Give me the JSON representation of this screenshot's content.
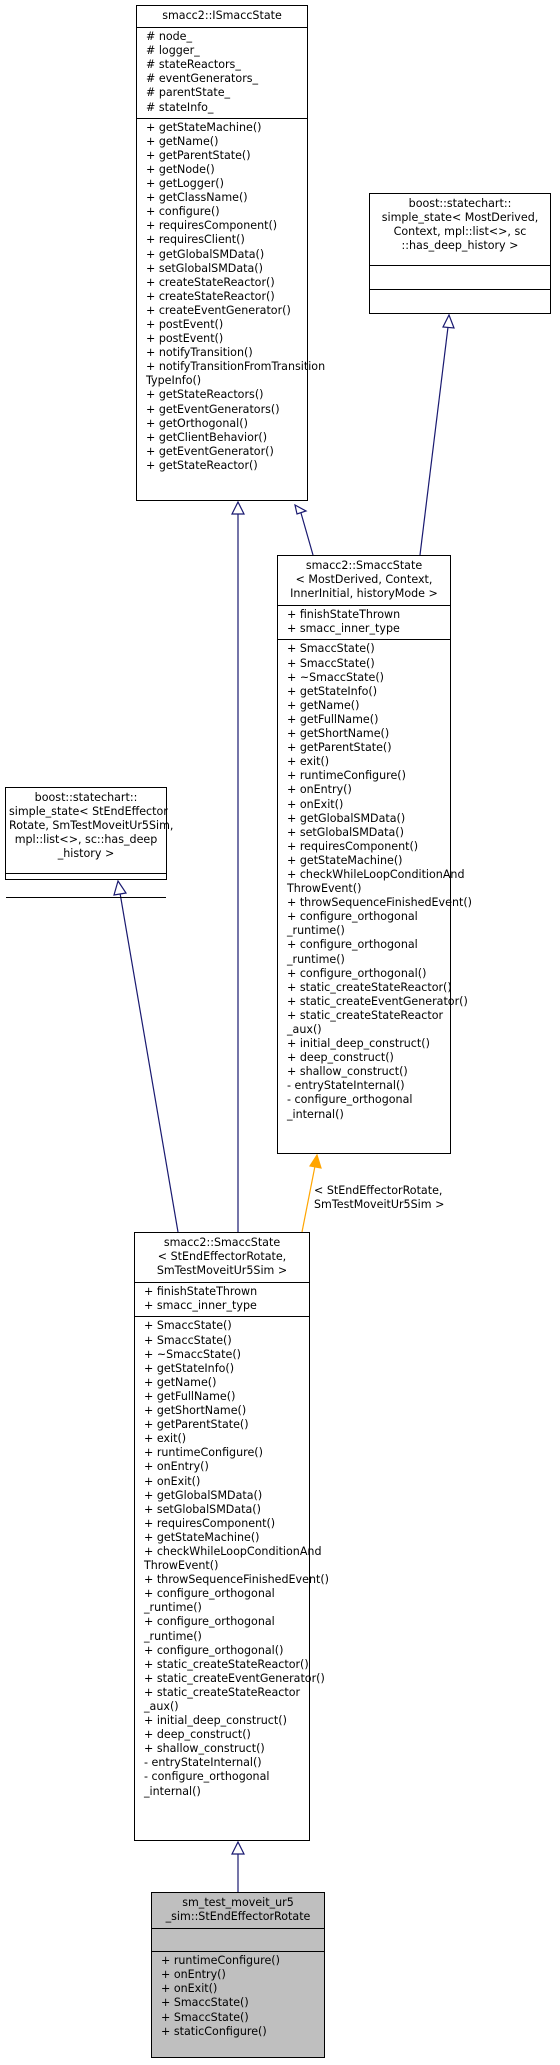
{
  "classes": {
    "istate": {
      "title": [
        "smacc2::ISmaccState"
      ],
      "attributes": [
        "# node_",
        "# logger_",
        "# stateReactors_",
        "# eventGenerators_",
        "# parentState_",
        "# stateInfo_"
      ],
      "methods": [
        "+ getStateMachine()",
        "+ getName()",
        "+ getParentState()",
        "+ getNode()",
        "+ getLogger()",
        "+ getClassName()",
        "+ configure()",
        "+ requiresComponent()",
        "+ requiresClient()",
        "+ getGlobalSMData()",
        "+ setGlobalSMData()",
        "+ createStateReactor()",
        "+ createStateReactor()",
        "+ createEventGenerator()",
        "+ postEvent()",
        "+ postEvent()",
        "+ notifyTransition()",
        "+ notifyTransitionFromTransition",
        "TypeInfo()",
        "+ getStateReactors()",
        "+ getEventGenerators()",
        "+ getOrthogonal()",
        "+ getClientBehavior()",
        "+ getEventGenerator()",
        "+ getStateReactor()"
      ]
    },
    "boost_deep": {
      "title": [
        "boost::statechart::",
        "simple_state< MostDerived,",
        "Context, mpl::list<>, sc",
        "::has_deep_history >"
      ],
      "attributes": [],
      "methods": []
    },
    "smacc_template": {
      "title": [
        "smacc2::SmaccState",
        "< MostDerived, Context,",
        "InnerInitial, historyMode >"
      ],
      "attributes": [
        "+ finishStateThrown",
        "+ smacc_inner_type"
      ],
      "methods": [
        "+ SmaccState()",
        "+ SmaccState()",
        "+ ~SmaccState()",
        "+ getStateInfo()",
        "+ getName()",
        "+ getFullName()",
        "+ getShortName()",
        "+ getParentState()",
        "+ exit()",
        "+ runtimeConfigure()",
        "+ onEntry()",
        "+ onExit()",
        "+ getGlobalSMData()",
        "+ setGlobalSMData()",
        "+ requiresComponent()",
        "+ getStateMachine()",
        "+ checkWhileLoopConditionAnd",
        "ThrowEvent()",
        "+ throwSequenceFinishedEvent()",
        "+ configure_orthogonal",
        "_runtime()",
        "+ configure_orthogonal",
        "_runtime()",
        "+ configure_orthogonal()",
        "+ static_createStateReactor()",
        "+ static_createEventGenerator()",
        "+ static_createStateReactor",
        "_aux()",
        "+ initial_deep_construct()",
        "+ deep_construct()",
        "+ shallow_construct()",
        "- entryStateInternal()",
        "- configure_orthogonal",
        "_internal()"
      ]
    },
    "boost_effector": {
      "title": [
        "boost::statechart::",
        "simple_state< StEndEffector",
        "Rotate, SmTestMoveitUr5Sim,",
        "mpl::list<>, sc::has_deep",
        "_history >"
      ],
      "attributes": [],
      "methods": []
    },
    "smacc_instance": {
      "title": [
        "smacc2::SmaccState",
        "< StEndEffectorRotate,",
        "SmTestMoveitUr5Sim >"
      ],
      "attributes": [
        "+ finishStateThrown",
        "+ smacc_inner_type"
      ],
      "methods": [
        "+ SmaccState()",
        "+ SmaccState()",
        "+ ~SmaccState()",
        "+ getStateInfo()",
        "+ getName()",
        "+ getFullName()",
        "+ getShortName()",
        "+ getParentState()",
        "+ exit()",
        "+ runtimeConfigure()",
        "+ onEntry()",
        "+ onExit()",
        "+ getGlobalSMData()",
        "+ setGlobalSMData()",
        "+ requiresComponent()",
        "+ getStateMachine()",
        "+ checkWhileLoopConditionAnd",
        "ThrowEvent()",
        "+ throwSequenceFinishedEvent()",
        "+ configure_orthogonal",
        "_runtime()",
        "+ configure_orthogonal",
        "_runtime()",
        "+ configure_orthogonal()",
        "+ static_createStateReactor()",
        "+ static_createEventGenerator()",
        "+ static_createStateReactor",
        "_aux()",
        "+ initial_deep_construct()",
        "+ deep_construct()",
        "+ shallow_construct()",
        "- entryStateInternal()",
        "- configure_orthogonal",
        "_internal()"
      ]
    },
    "st_rotate": {
      "title": [
        "sm_test_moveit_ur5",
        "_sim::StEndEffectorRotate"
      ],
      "attributes": [],
      "methods": [
        "+ runtimeConfigure()",
        "+ onEntry()",
        "+ onExit()",
        "+ SmaccState()",
        "+ SmaccState()",
        "+ staticConfigure()"
      ]
    }
  },
  "template_binding_label": [
    "< StEndEffectorRotate,",
    "SmTestMoveitUr5Sim >"
  ],
  "colors": {
    "inheritance_edge": "#191970",
    "template_edge": "#ffa500",
    "highlight_fill": "#bfbfbf"
  }
}
